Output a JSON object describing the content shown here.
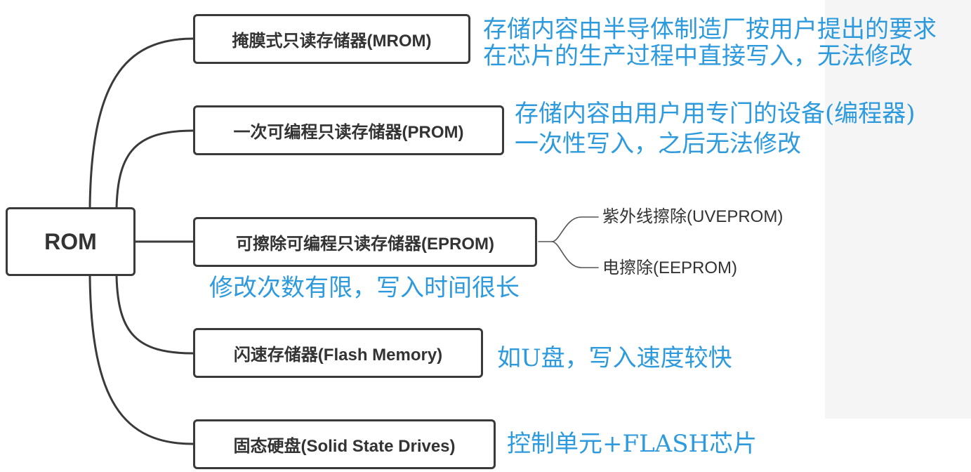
{
  "root": {
    "label": "ROM"
  },
  "branches": [
    {
      "label": "掩膜式只读存储器(MROM)",
      "notes": [
        "存储内容由半导体制造厂按用户提出的要求",
        "在芯片的生产过程中直接写入，无法修改"
      ]
    },
    {
      "label": "一次可编程只读存储器(PROM)",
      "notes": [
        "存储内容由用户用专门的设备(编程器)",
        "一次性写入，之后无法修改"
      ]
    },
    {
      "label": "可擦除可编程只读存储器(EPROM)",
      "notes": [
        "修改次数有限，写入时间很长"
      ],
      "children": [
        "紫外线擦除(UVEPROM)",
        "电擦除(EEPROM)"
      ]
    },
    {
      "label": "闪速存储器(Flash Memory)",
      "notes": [
        "如U盘，写入速度较快"
      ]
    },
    {
      "label": "固态硬盘(Solid State Drives)",
      "notes": [
        "控制单元+FLASH芯片"
      ]
    }
  ],
  "colors": {
    "node_border": "#3a3a3a",
    "node_text": "#333333",
    "connector": "#3a3a3a",
    "sub_connector": "#555555",
    "note_text": "#2e9ade",
    "panel": "#f5f5f5"
  }
}
